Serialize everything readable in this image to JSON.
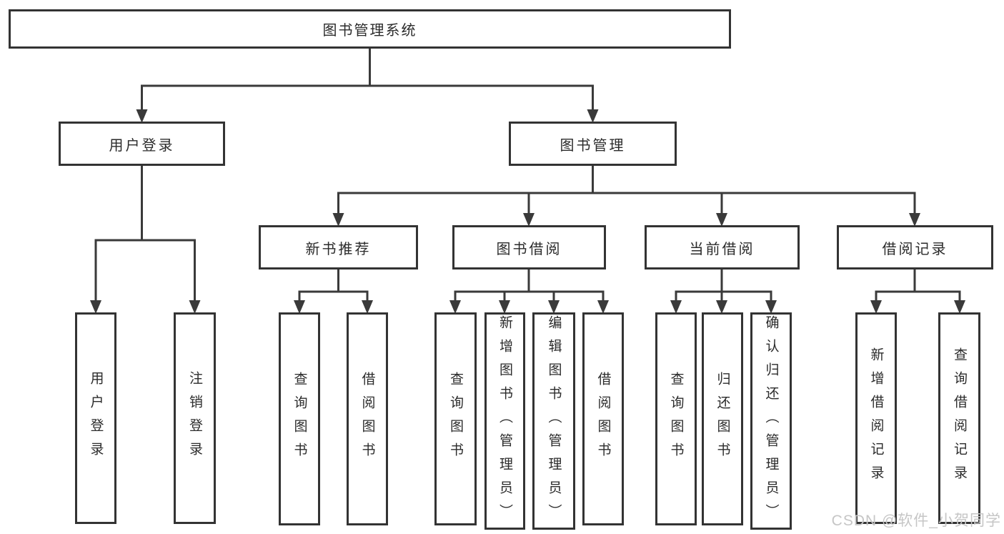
{
  "colors": {
    "line": "#3a3a3a",
    "border": "#333333",
    "text": "#2b2b2b",
    "watermark": "#c6c6c6",
    "background": "#ffffff"
  },
  "diagram": {
    "type": "hierarchy-tree",
    "root": "图书管理系统",
    "level2": [
      "用户登录",
      "图书管理"
    ],
    "level3": [
      "新书推荐",
      "图书借阅",
      "当前借阅",
      "借阅记录"
    ],
    "leaves": {
      "user_login": [
        "用户登录",
        "注销登录"
      ],
      "new_book_recommend": [
        "查询图书",
        "借阅图书"
      ],
      "book_borrow": [
        "查询图书",
        "新增图书（管理员）",
        "编辑图书（管理员）",
        "借阅图书"
      ],
      "current_borrow": [
        "查询图书",
        "归还图书",
        "确认归还（管理员）"
      ],
      "borrow_records": [
        "新增借阅记录",
        "查询借阅记录"
      ]
    }
  },
  "watermark": "CSDN @软件_小贺同学"
}
